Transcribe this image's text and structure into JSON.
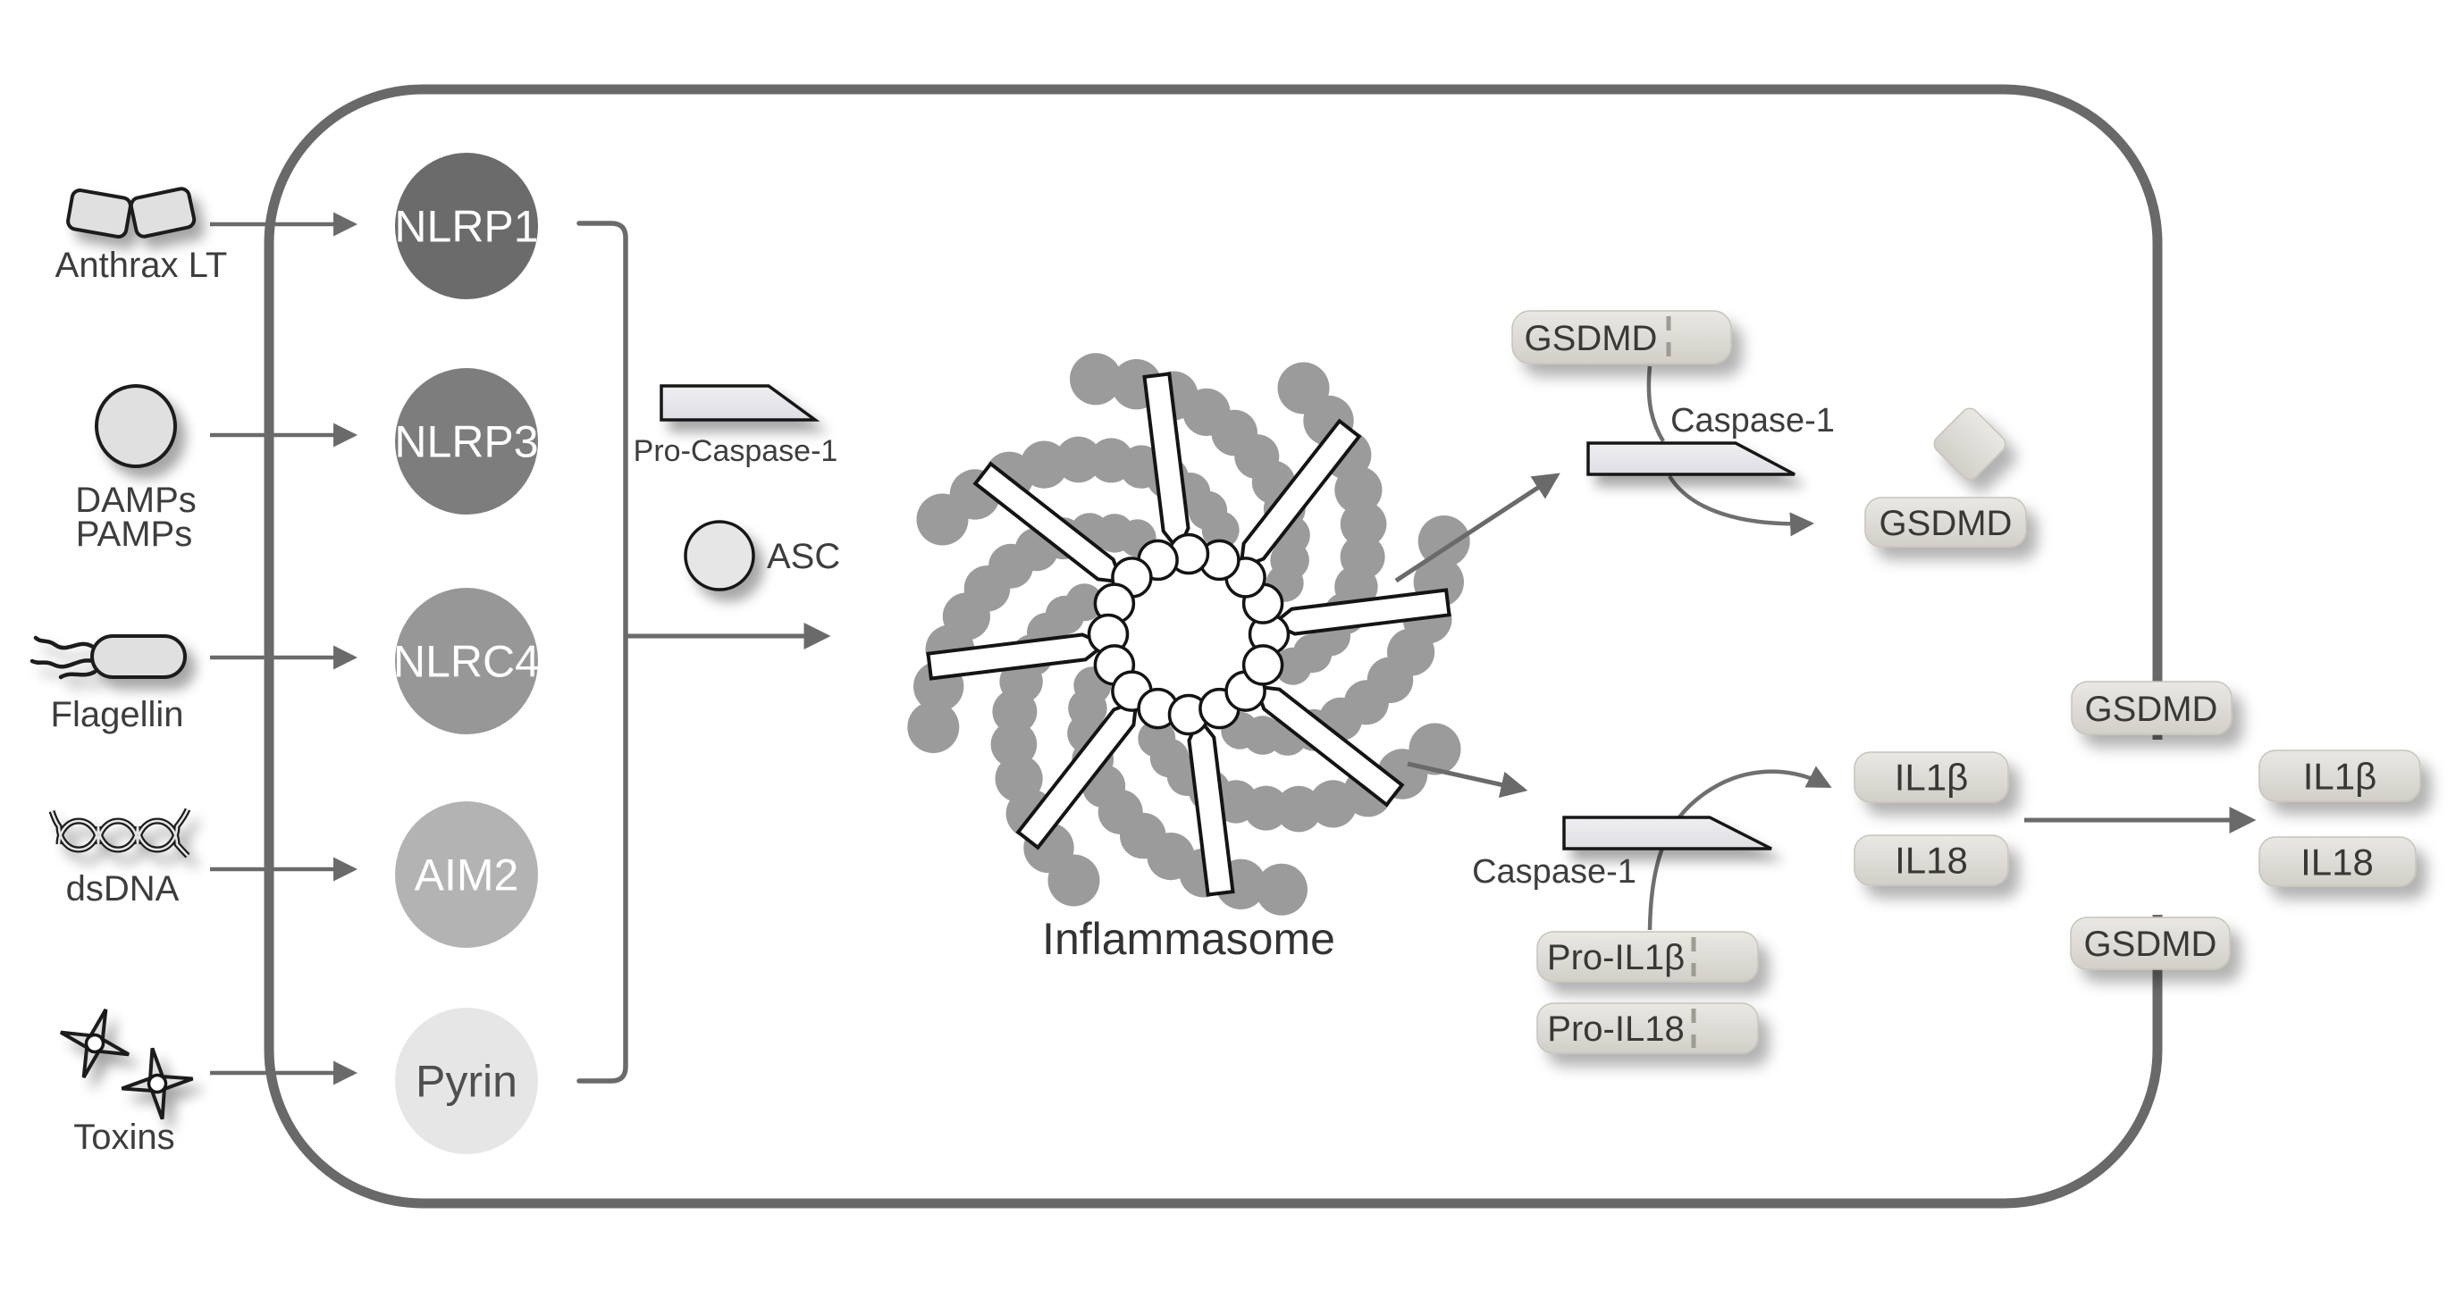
{
  "stimuli": [
    {
      "label": "Anthrax LT",
      "icon": "anthrax-lethal-toxin-icon"
    },
    {
      "label_line1": "DAMPs",
      "label_line2": "PAMPs",
      "icon": "damp-pamp-particle-icon"
    },
    {
      "label": "Flagellin",
      "icon": "flagellated-bacterium-icon"
    },
    {
      "label": "dsDNA",
      "icon": "dna-double-helix-icon"
    },
    {
      "label": "Toxins",
      "icon": "toxin-shuriken-icon"
    }
  ],
  "sensors": [
    {
      "label": "NLRP1",
      "fill": "#6b6b6b",
      "text_color": "#ffffff"
    },
    {
      "label": "NLRP3",
      "fill": "#7d7d7d",
      "text_color": "#ffffff"
    },
    {
      "label": "NLRC4",
      "fill": "#979797",
      "text_color": "#ffffff"
    },
    {
      "label": "AIM2",
      "fill": "#b3b3b3",
      "text_color": "#ffffff"
    },
    {
      "label": "Pyrin",
      "fill": "#e6e6e6",
      "text_color": "#4f4f4f"
    }
  ],
  "assembly": {
    "pro_caspase1_label": "Pro-Caspase-1",
    "asc_label": "ASC",
    "inflammasome_label": "Inflammasome"
  },
  "pyroptosis_branch": {
    "substrate_label": "GSDMD",
    "enzyme_label": "Caspase-1",
    "cleaved_label": "GSDMD"
  },
  "cytokine_branch": {
    "enzyme_label": "Caspase-1",
    "pro_il1b_label": "Pro-IL1β",
    "pro_il18_label": "Pro-IL18",
    "il1b_label": "IL1β",
    "il18_label": "IL18"
  },
  "membrane_pore": {
    "gsdmd_top_label": "GSDMD",
    "gsdmd_bottom_label": "GSDMD",
    "secreted_il1b_label": "IL1β",
    "secreted_il18_label": "IL18"
  },
  "colors": {
    "membrane": "#696969",
    "arrow": "#6a6a6a",
    "wheel_gray": "#9b9b9b",
    "label_text": "#3d3d3d",
    "pill_text": "#3a3835"
  }
}
